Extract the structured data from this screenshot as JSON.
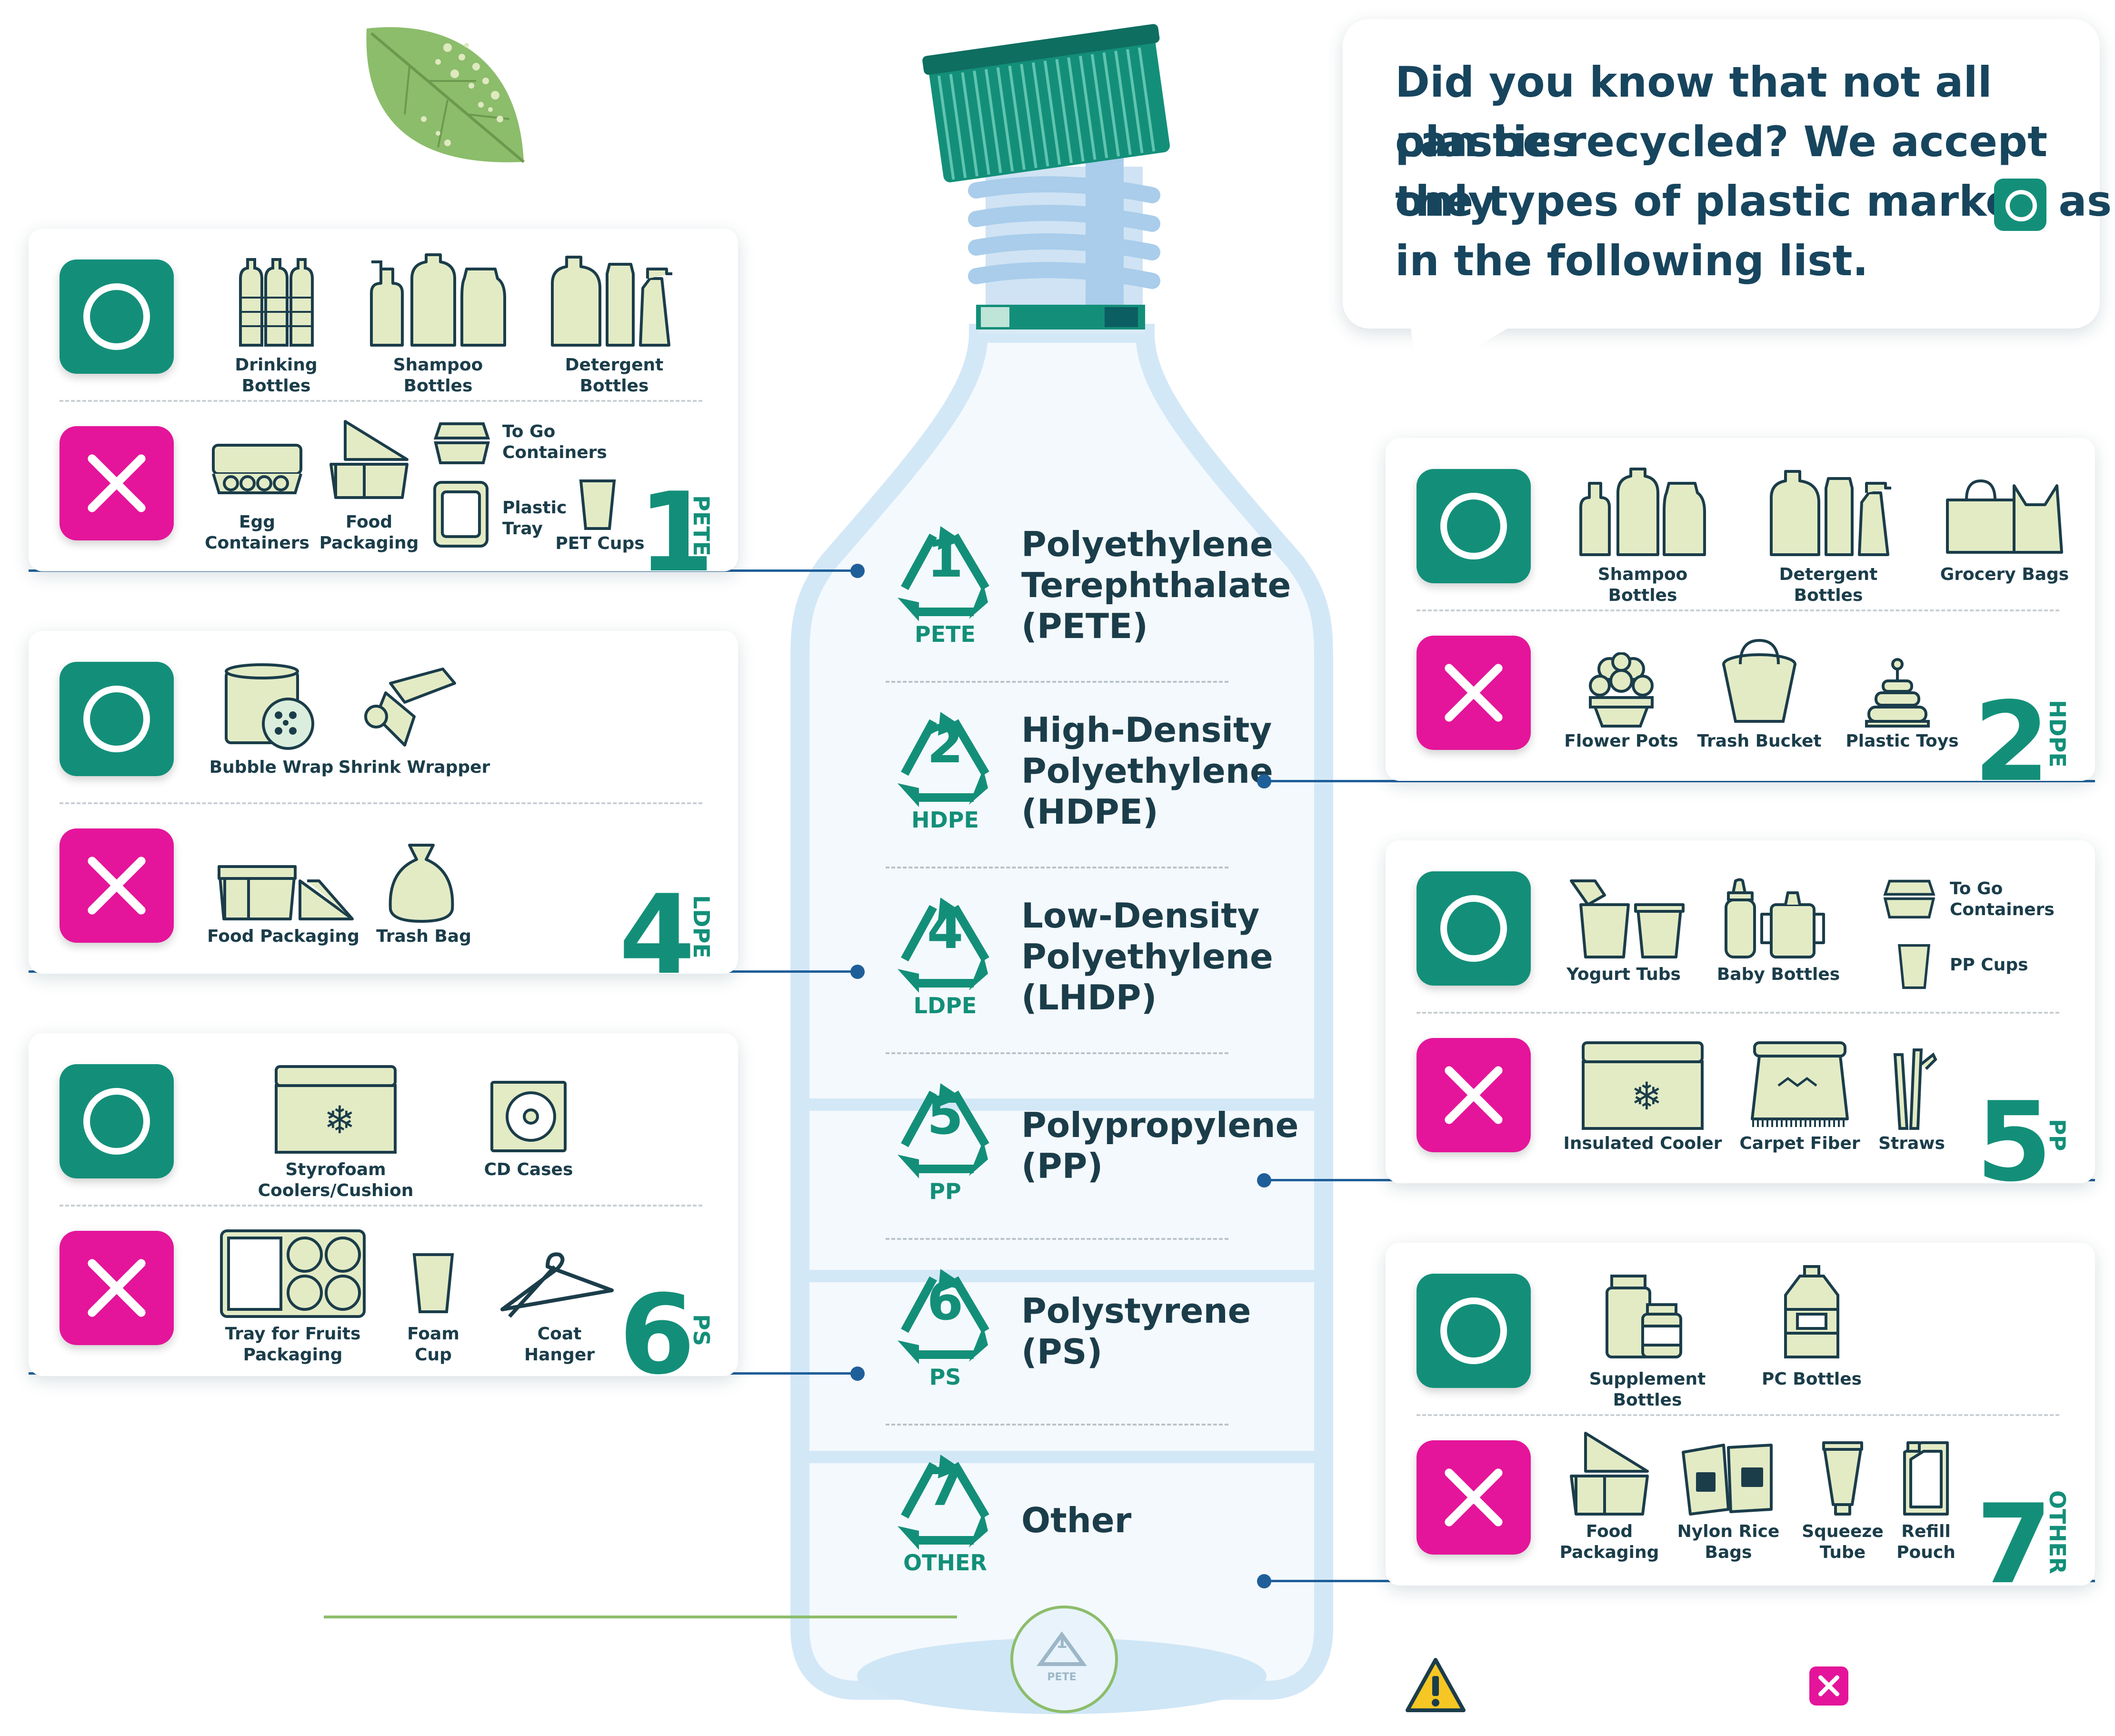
{
  "intro": {
    "line1": "Did you know that not all plastics",
    "line2": "can be recycled? We accept only",
    "line3": "the types of plastic marked as",
    "line4": "in the following list."
  },
  "resins": [
    {
      "number": "1",
      "abbr": "PETE",
      "name": "Polyethylene\nTerephthalate\n(PETE)"
    },
    {
      "number": "2",
      "abbr": "HDPE",
      "name": "High-Density\nPolyethylene\n(HDPE)"
    },
    {
      "number": "4",
      "abbr": "LDPE",
      "name": "Low-Density\nPolyethylene\n(LHDP)"
    },
    {
      "number": "5",
      "abbr": "PP",
      "name": "Polypropylene\n(PP)"
    },
    {
      "number": "6",
      "abbr": "PS",
      "name": "Polystyrene\n(PS)"
    },
    {
      "number": "7",
      "abbr": "OTHER",
      "name": "Other"
    }
  ],
  "bottom_badge": {
    "number": "1",
    "abbr": "PETE"
  },
  "cards": {
    "pete": {
      "number": "1",
      "label": "PETE",
      "accepted": [
        "Drinking Bottles",
        "Shampoo Bottles",
        "Detergent Bottles"
      ],
      "rejected": [
        "Egg\nContainers",
        "Food\nPackaging",
        "To Go\nContainers",
        "Plastic\nTray",
        "PET Cups"
      ]
    },
    "hdpe": {
      "number": "2",
      "label": "HDPE",
      "accepted": [
        "Shampoo Bottles",
        "Detergent Bottles",
        "Grocery Bags"
      ],
      "rejected": [
        "Flower Pots",
        "Trash Bucket",
        "Plastic Toys"
      ]
    },
    "ldpe": {
      "number": "4",
      "label": "LDPE",
      "accepted": [
        "Bubble Wrap",
        "Shrink Wrapper"
      ],
      "rejected": [
        "Food Packaging",
        "Trash Bag"
      ]
    },
    "pp": {
      "number": "5",
      "label": "PP",
      "accepted": [
        "Yogurt Tubs",
        "Baby Bottles",
        "To Go\nContainers",
        "PP Cups"
      ],
      "rejected": [
        "Insulated Cooler",
        "Carpet Fiber",
        "Straws"
      ]
    },
    "ps": {
      "number": "6",
      "label": "PS",
      "accepted": [
        "Styrofoam Coolers/Cushion",
        "CD Cases"
      ],
      "rejected": [
        "Tray for Fruits\nPackaging",
        "Foam\nCup",
        "Coat\nHanger"
      ]
    },
    "other": {
      "number": "7",
      "label": "OTHER",
      "accepted": [
        "Supplement Bottles",
        "PC Bottles"
      ],
      "rejected": [
        "Food\nPackaging",
        "Nylon Rice\nBags",
        "Squeeze\nTube",
        "Refill\nPouch"
      ]
    }
  },
  "colors": {
    "teal": "#138f79",
    "magenta": "#e4159a",
    "navy": "#1f5f99",
    "text": "#1b3d4a",
    "icon_fill": "#e3ebc5",
    "bottle": "#d8ebf8",
    "leaf": "#8cbd6b"
  },
  "icons": {
    "leaf": "leaf-icon",
    "warning": "warning-icon",
    "accept": "circle-accept-icon",
    "reject": "cross-reject-icon",
    "recycle": "recycle-triangle-icon"
  }
}
